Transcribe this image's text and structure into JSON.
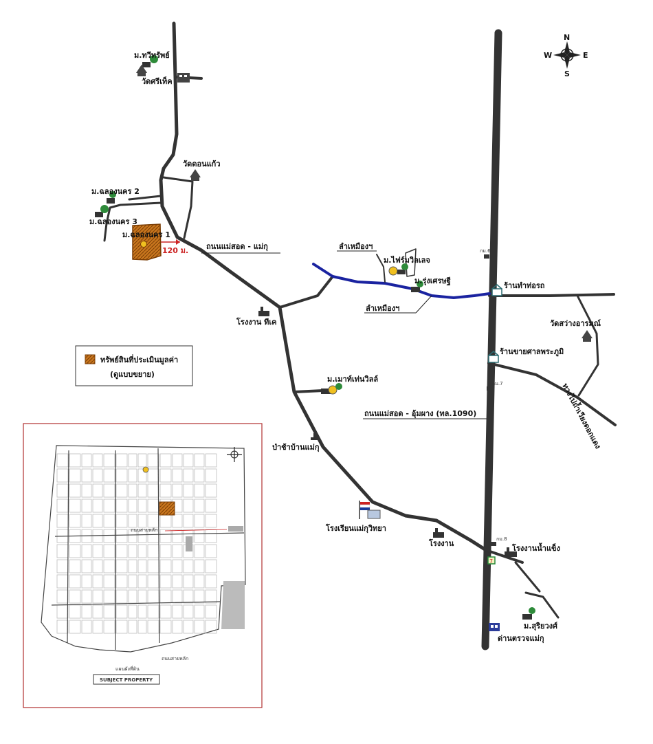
{
  "compass": {
    "n": "N",
    "s": "S",
    "e": "E",
    "w": "W"
  },
  "labels": {
    "village_thawiwat": "ม.ทวีทรัพย์",
    "wat_sri_thet": "วัดศรีเท็ค",
    "wat_don_kaeo": "วัดดอนแก้ว",
    "village_chalong_2": "ม.ฉลองนคร 2",
    "village_chalong_3": "ม.ฉลองนคร 3",
    "village_chalong_1": "ม.ฉลองนคร 1",
    "distance": "120 ม.",
    "road_maesot_maeku": "ถนนแม่สอด - แม่กุ",
    "stream_top": "ลำเหมืองฯ",
    "village_green_village": "ม.ไฟร์มวิลเลจ",
    "village_rungsetthi": "ม.รุ่งเศรษฐี",
    "stream_bottom": "ลำเหมืองฯ",
    "km_marker_1": "กม.6",
    "shop_tha_rot": "ร้านทำท่อรถ",
    "factory_tk": "โรงงาน ทีเค",
    "wat_sawang": "วัดสว่างอารมณ์",
    "shop_san_phra_phum": "ร้านขายศาลพระภูมิ",
    "road_to_cave": "ทางไปถ้ำเวียงดอกแดง",
    "km_marker_2": "กม.7",
    "village_maethai_ville": "ม.เมาท์เท่นวิลล์",
    "road_maesot_umphang": "ถนนแม่สอด - อุ้มผาง (ทล.1090)",
    "cemetery_maeku": "ป่าช้าบ้านแม่กุ",
    "school_maeku": "โรงเรียนแม่กุวิทยา",
    "factory": "โรงงาน",
    "km_marker_3": "กม.8",
    "factory_ice": "โรงงานน้ำแข็ง",
    "village_suriwong": "ม.สุริยวงศ์",
    "police_maeku": "ด่านตรวจแม่กุ"
  },
  "legend": {
    "line1": "ทรัพย์สินที่ประเมินมูลค่า",
    "line2": "(ดูแบบขยาย)",
    "swatch_color": "#c8761e"
  },
  "inset": {
    "caption_top": "แผนผังที่ดิน",
    "caption_bottom": "SUBJECT PROPERTY",
    "road_label": "ถนนสายหลัก",
    "frame_color": "#b03030"
  },
  "colors": {
    "property": "#c8761e",
    "stream": "#1a23a0",
    "distance": "#cc2222",
    "tree": "#2e8b3a",
    "sun": "#f0c020"
  }
}
